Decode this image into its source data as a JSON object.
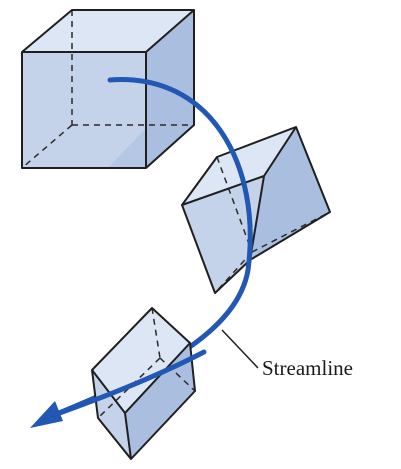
{
  "diagram": {
    "label": "Streamline"
  },
  "colors": {
    "streamline": "#2257b3",
    "face_front": "#c5d3ea",
    "face_top": "#dde6f4",
    "face_side": "#aabfe0",
    "edge": "#1f1f1f"
  },
  "elements": {
    "cubes": [
      "element-cube",
      "element-cube",
      "element-cube"
    ],
    "arrow_icon": "arrowhead-icon"
  }
}
